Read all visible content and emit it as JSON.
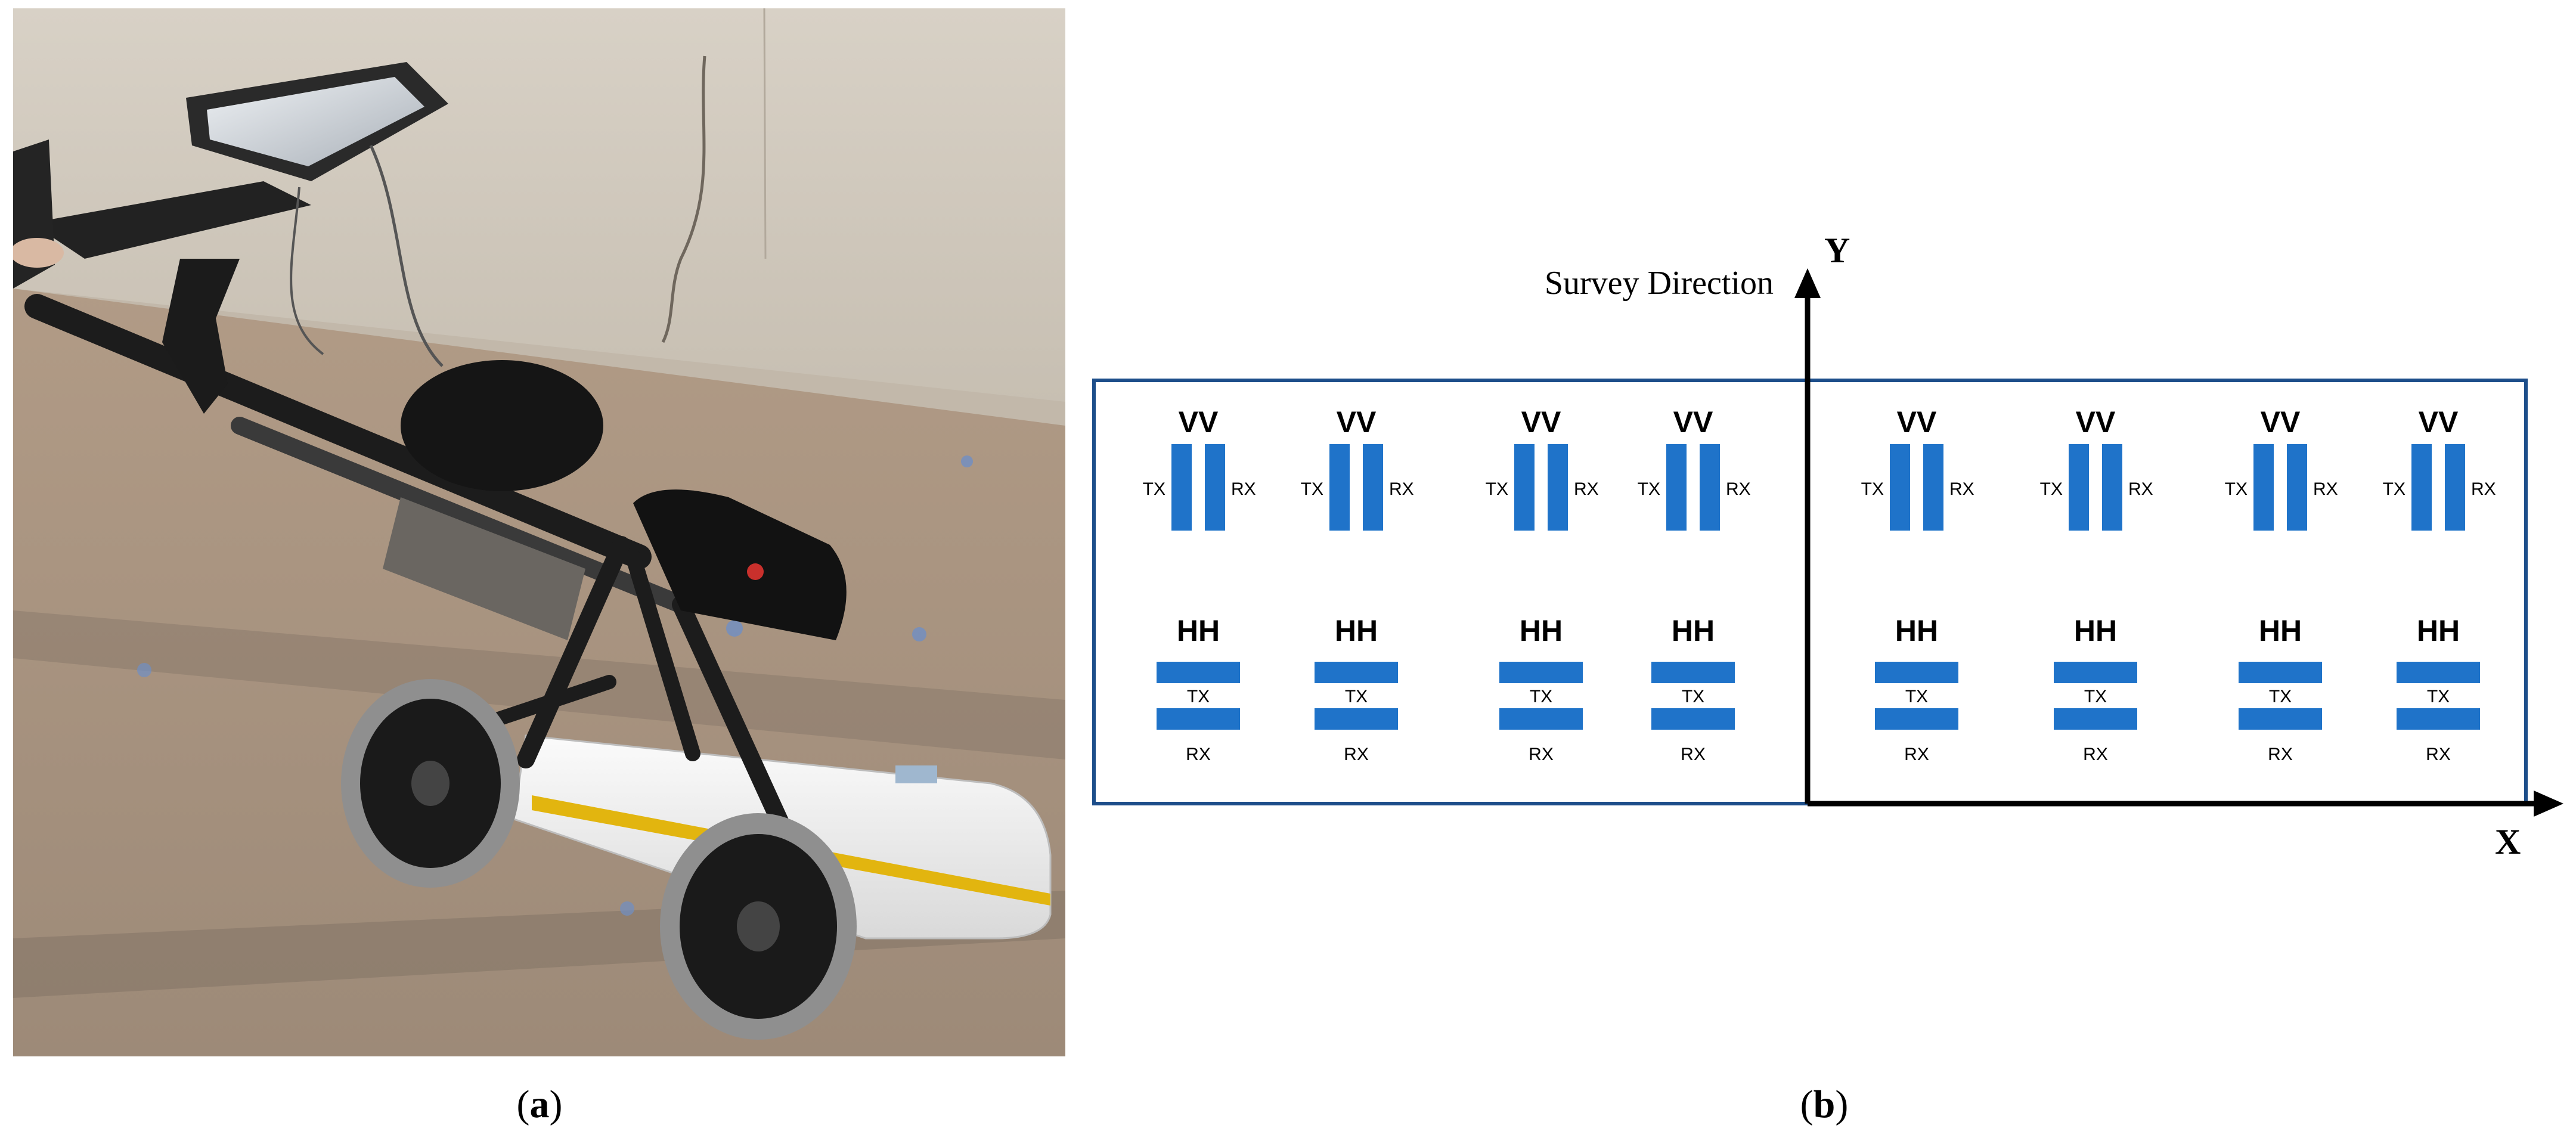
{
  "panel_a": {
    "caption_letter": "a",
    "scene": "ground-penetrating-radar-cart-photo"
  },
  "panel_b": {
    "caption_letter": "b",
    "survey_direction_label": "Survey Direction",
    "axis_y_label": "Y",
    "axis_x_label": "X",
    "frame_color": "#1d4e8a",
    "antenna_color": "#1f73c9",
    "vv_label": "VV",
    "hh_label": "HH",
    "tx_label": "TX",
    "rx_label": "RX",
    "antenna_pair_count": 8
  }
}
